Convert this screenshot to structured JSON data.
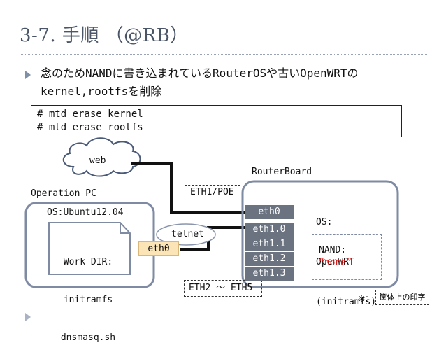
{
  "slide": {
    "title": "3-7. 手順 （@RB）",
    "bullet": "念のためNANDに書き込まれているRouterOSや古いOpenWRTのkernel,rootfsを削除",
    "commands": [
      "# mtd erase kernel",
      "# mtd erase rootfs"
    ]
  },
  "diagram": {
    "web_label": "web",
    "routerboard_label": "RouterBoard",
    "operation_pc_label": "Operation PC",
    "eth1_poe_label": "ETH1/POE",
    "eth2_eth5_label": "ETH2 ～ ETH5",
    "os_ubuntu_label": "OS:Ubuntu12.04",
    "workdir": [
      "Work DIR:",
      "initramfs",
      "dnsmasq.sh"
    ],
    "pc_port": "eth0",
    "telnet_label": "telnet",
    "router_ports": [
      "eth0",
      "eth1.0",
      "eth1.1",
      "eth1.2",
      "eth1.3"
    ],
    "os_openwrt": [
      "OS:",
      "OpenWRT",
      "(initramfs)"
    ],
    "nand_label": "NAND:",
    "nand_value": "“none”",
    "note_mark": "※：",
    "note_text": "筐体上の印字"
  },
  "colors": {
    "nand_value": "#e02020",
    "pc_port_bg": "#fbe5b6",
    "port_bg": "#6b7280",
    "box_border": "#7f8aa3"
  }
}
